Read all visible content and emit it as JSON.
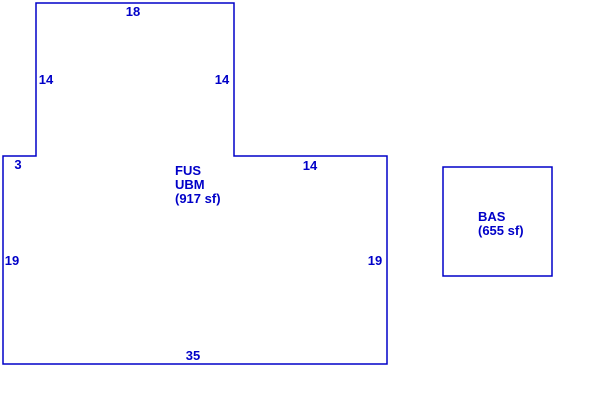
{
  "colors": {
    "line": "#0000c8",
    "text": "#0000c8",
    "background": "#ffffff"
  },
  "main_area": {
    "label_line1": "FUS",
    "label_line2": "UBM",
    "label_line3": "(917 sf)",
    "dimensions": {
      "top": "18",
      "upper_left": "14",
      "upper_right": "14",
      "step_left": "3",
      "step_right": "14",
      "lower_left": "19",
      "lower_right": "19",
      "bottom": "35"
    }
  },
  "detached_area": {
    "label_line1": "BAS",
    "label_line2": "(655 sf)"
  }
}
